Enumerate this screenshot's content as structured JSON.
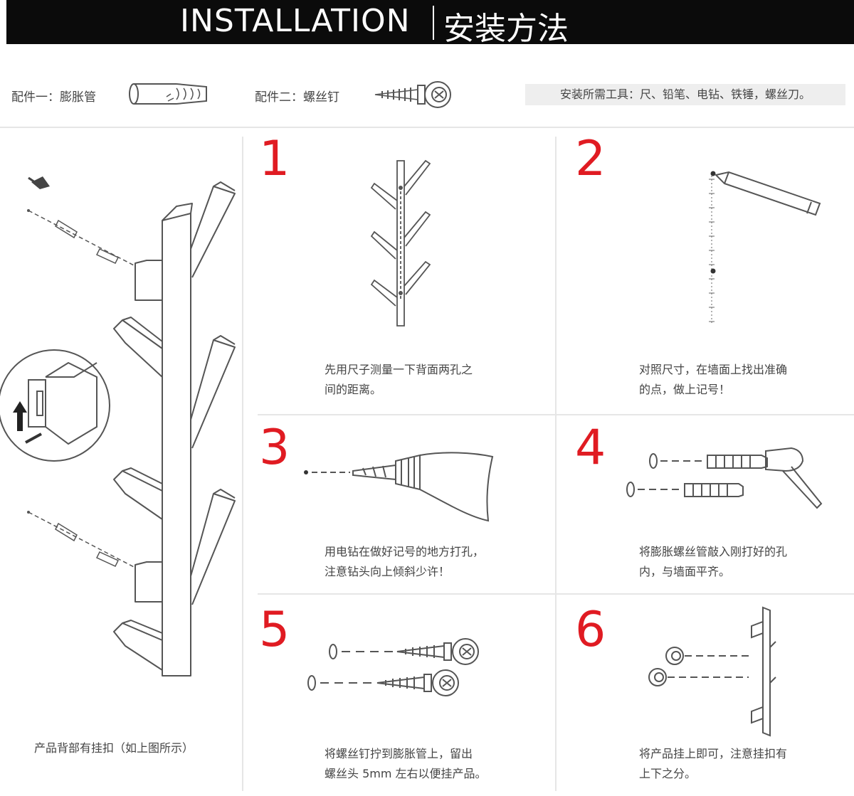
{
  "header": {
    "title_en": "INSTALLATION",
    "title_zh": "安装方法"
  },
  "parts": {
    "part1_label": "配件一：膨胀管",
    "part2_label": "配件二：螺丝钉",
    "tools": "安装所需工具：尺、铅笔、电钻、铁锤，螺丝刀。"
  },
  "left_panel": {
    "caption": "产品背部有挂扣（如上图所示）"
  },
  "steps": [
    {
      "num": "1",
      "caption": "先用尺子测量一下背面两孔之\n间的距离。"
    },
    {
      "num": "2",
      "caption": "对照尺寸，在墙面上找出准确\n的点，做上记号！"
    },
    {
      "num": "3",
      "caption": "用电钻在做好记号的地方打孔，\n注意钻头向上倾斜少许！"
    },
    {
      "num": "4",
      "caption": "将膨胀螺丝管敲入刚打好的孔\n内，与墙面平齐。"
    },
    {
      "num": "5",
      "caption": "将螺丝钉拧到膨胀管上，留出\n螺丝头 5mm 左右以便挂产品。"
    },
    {
      "num": "6",
      "caption": "将产品挂上即可，注意挂扣有\n上下之分。"
    }
  ],
  "colors": {
    "header_bg": "#0b0b0b",
    "step_number": "#e01b22",
    "line_art": "#555555"
  }
}
